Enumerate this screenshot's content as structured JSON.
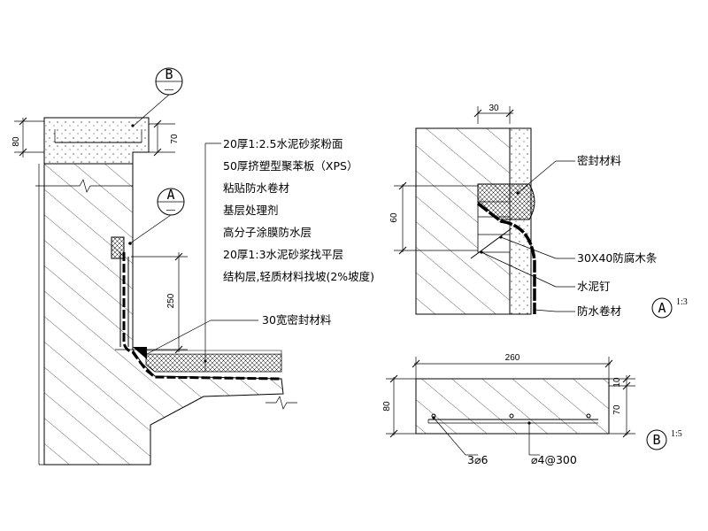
{
  "main_section": {
    "callout_b": {
      "letter": "B",
      "sub": "—"
    },
    "callout_a": {
      "letter": "A",
      "sub": "—"
    },
    "layers": [
      "20厚1:2.5水泥砂浆粉面",
      "50厚挤塑型聚苯板（XPS）",
      "粘贴防水卷材",
      "基层处理剂",
      "高分子涂膜防水层",
      "20厚1:3水泥砂浆找平层",
      "结构层,轻质材料找坡(2%坡度)"
    ],
    "sealant_label": "30宽密封材料",
    "dims": {
      "d80": "80",
      "d70": "70",
      "d250": "250"
    }
  },
  "detail_a": {
    "labels": {
      "sealant": "密封材料",
      "wood_strip": "30X40防腐木条",
      "nail": "水泥钉",
      "membrane": "防水卷材"
    },
    "dims": {
      "d30": "30",
      "d60": "60"
    },
    "tag": {
      "letter": "A",
      "scale": "1:3"
    }
  },
  "detail_b": {
    "labels": {
      "rebar_main": "3⌀6",
      "rebar_stirrup": "⌀4@300"
    },
    "dims": {
      "d260": "260",
      "d80": "80",
      "d70": "70",
      "d10": "10"
    },
    "tag": {
      "letter": "B",
      "scale": "1:5"
    }
  }
}
